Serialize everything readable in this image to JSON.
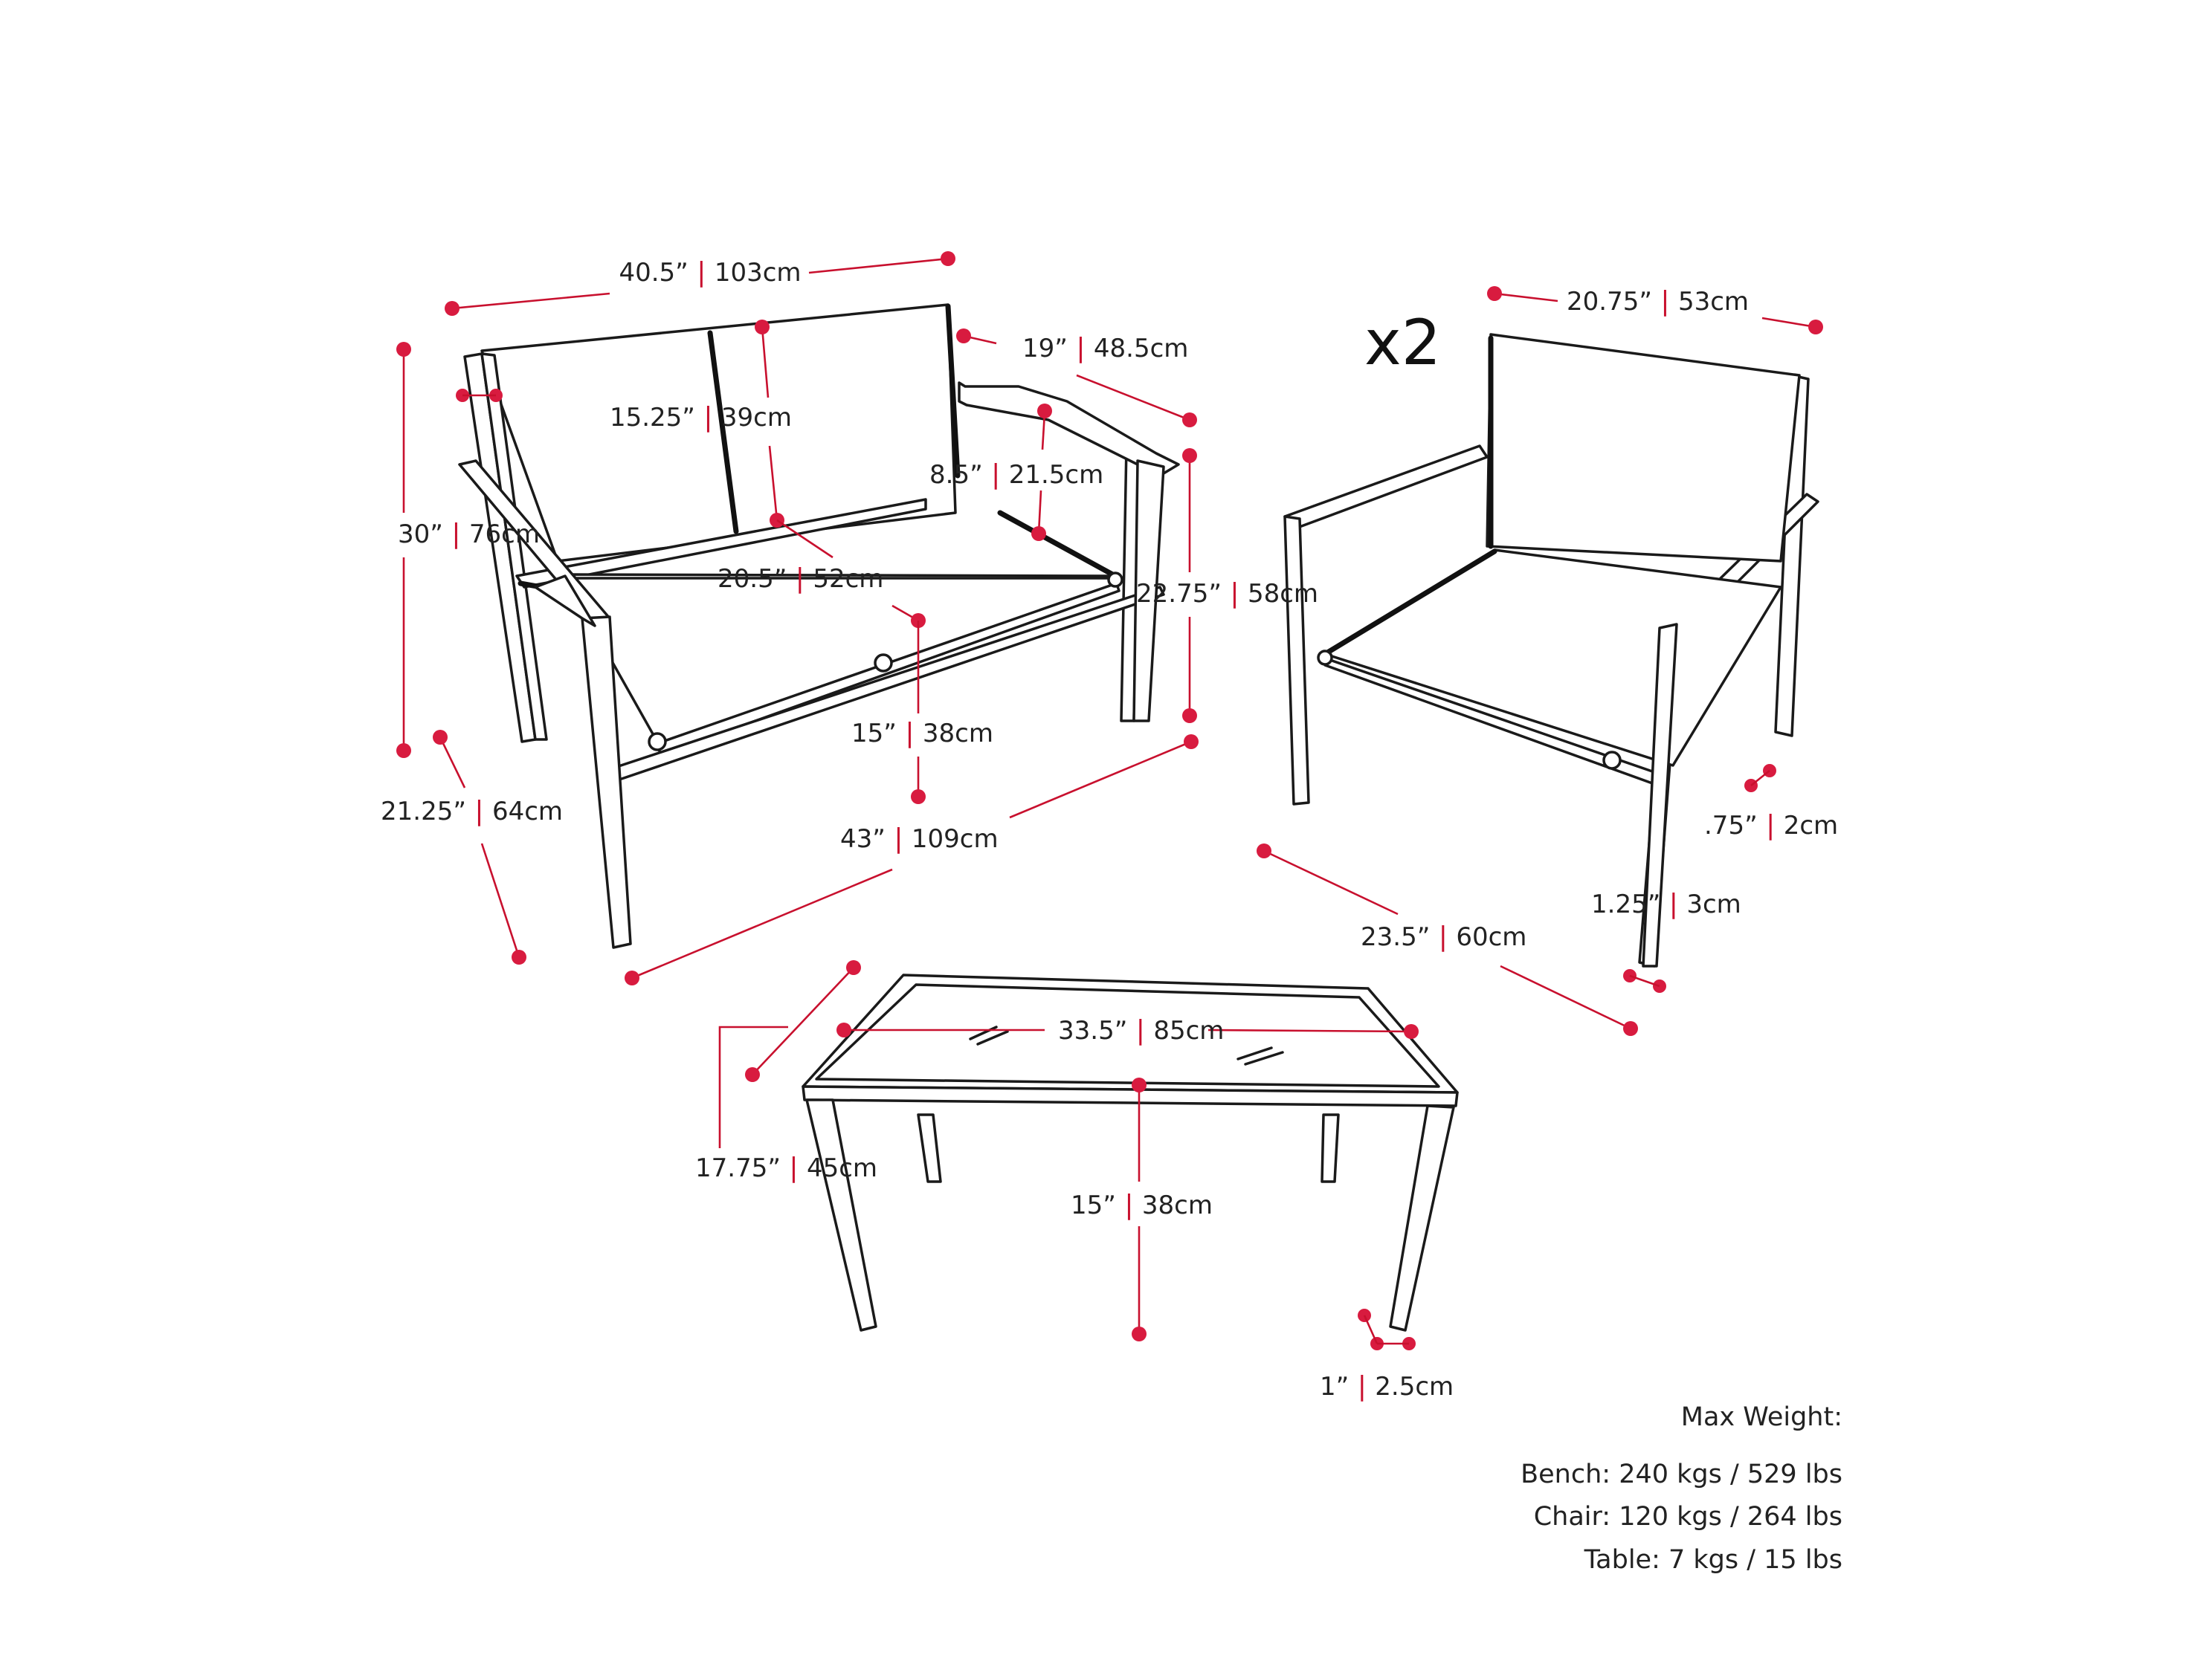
{
  "multiplier": "x2",
  "dimensions": {
    "bench_width": {
      "imperial": "40.5”",
      "metric": "103cm"
    },
    "bench_back_height": {
      "imperial": "15.25”",
      "metric": "39cm"
    },
    "bench_seat_depth": {
      "imperial": "19”",
      "metric": "48.5cm"
    },
    "bench_armrest": {
      "imperial": "8.5”",
      "metric": "21.5cm"
    },
    "bench_height": {
      "imperial": "30”",
      "metric": "76cm"
    },
    "bench_seat_width": {
      "imperial": "20.5”",
      "metric": "52cm"
    },
    "bench_arm_height": {
      "imperial": "22.75”",
      "metric": "58cm"
    },
    "bench_seat_height": {
      "imperial": "15”",
      "metric": "38cm"
    },
    "bench_depth": {
      "imperial": "21.25”",
      "metric": "64cm"
    },
    "bench_length": {
      "imperial": "43”",
      "metric": "109cm"
    },
    "chair_width": {
      "imperial": "20.75”",
      "metric": "53cm"
    },
    "chair_leg_small": {
      "imperial": ".75”",
      "metric": "2cm"
    },
    "chair_leg_large": {
      "imperial": "1.25”",
      "metric": "3cm"
    },
    "chair_depth": {
      "imperial": "23.5”",
      "metric": "60cm"
    },
    "table_length": {
      "imperial": "33.5”",
      "metric": "85cm"
    },
    "table_width": {
      "imperial": "17.75”",
      "metric": "45cm"
    },
    "table_height": {
      "imperial": "15”",
      "metric": "38cm"
    },
    "table_leg": {
      "imperial": "1”",
      "metric": "2.5cm"
    }
  },
  "max_weight": {
    "title": "Max Weight:",
    "bench": "Bench: 240 kgs / 529 lbs",
    "chair": "Chair: 120 kgs / 264 lbs",
    "table": "Table: 7 kgs / 15 lbs"
  },
  "colors": {
    "accent": "#d81b3f",
    "line": "#1a1a1a",
    "text": "#222222"
  }
}
